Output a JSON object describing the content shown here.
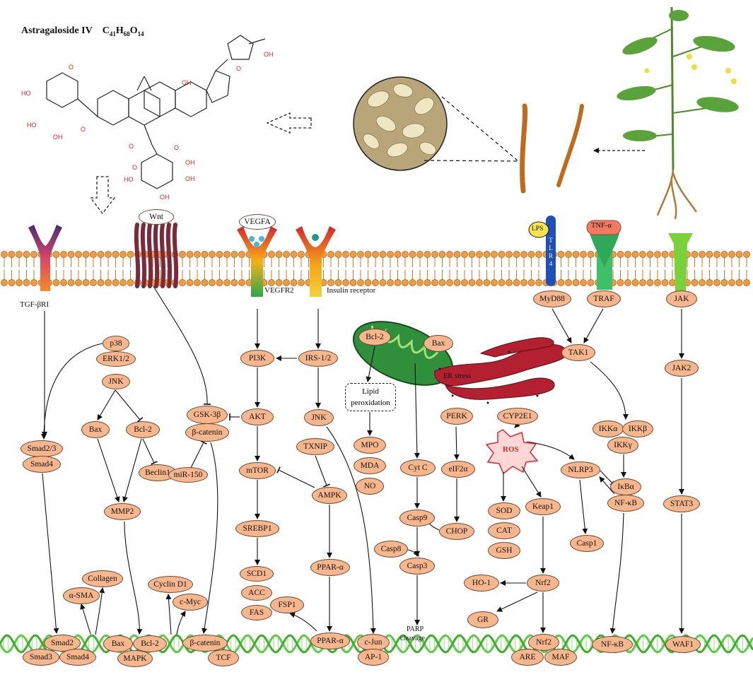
{
  "compound": {
    "name": "Astragaloside IV",
    "formula_prefix": "C",
    "n1": "41",
    "h": "H",
    "n2": "68",
    "o": "O",
    "n3": "14"
  },
  "receptors": {
    "tgf": "TGF-βRI",
    "wnt": "Wnt",
    "vegfa": "VEGFA",
    "vegfr2": "VEGFR2",
    "insulin": "Insulin receptor",
    "lps": "LPS",
    "tlr4": "TLR4",
    "tnf": "TNF-α"
  },
  "labels": {
    "er_stress": "ER stress",
    "ros": "ROS",
    "lipid_line1": "Lipid",
    "lipid_line2": "peroxidation",
    "parp_line1": "PARP",
    "parp_line2": "cleavage"
  },
  "nodes": {
    "myd88": "MyD88",
    "traf": "TRAF",
    "jak": "JAK",
    "tak1": "TAK1",
    "jak2": "JAK2",
    "ikka": "IKKα",
    "ikkb": "IKKβ",
    "ikkg": "IKKγ",
    "ikba": "IκBα",
    "nfkb": "NF-κB",
    "stat3": "STAT3",
    "nfkb_dna": "NF-κB",
    "waf1": "WAF1",
    "p38": "p38",
    "erk": "ERK1/2",
    "jnk1": "JNK",
    "bax1": "Bax",
    "bcl2_1": "Bcl-2",
    "beclin1": "Beclin1",
    "mmp2": "MMP2",
    "smad23": "Smad2/3",
    "smad4a": "Smad4",
    "gsk3b": "GSK-3β",
    "bcatenin1": "β-catenin",
    "mir150": "miR-150",
    "pi3k": "PI3K",
    "irs12": "IRS-1/2",
    "akt": "AKT",
    "jnk2": "JNK",
    "mtor": "mTOR",
    "txnip": "TXNIP",
    "ampk": "AMPK",
    "srebp1": "SREBP1",
    "scd1": "SCD1",
    "acc": "ACC",
    "fas": "FAS",
    "pparA1": "PPAR-α",
    "fsp1": "FSP1",
    "bcl2_m": "Bcl-2",
    "bax_m": "Bax",
    "mpo": "MPO",
    "mda": "MDA",
    "no": "NO",
    "cytc": "Cyt C",
    "casp9": "Casp9",
    "casp8": "Casp8",
    "casp3": "Casp3",
    "perk": "PERK",
    "cyp2e1": "CYP2E1",
    "eif2a": "eIF2α",
    "chop": "CHOP",
    "sod": "SOD",
    "cat": "CAT",
    "gsh": "GSH",
    "keap1": "Keap1",
    "nlrp3": "NLRP3",
    "casp1": "Casp1",
    "ho1": "HO-1",
    "nrf2": "Nrf2",
    "gr": "GR",
    "collagen": "Collagen",
    "asma": "α-SMA",
    "cyclind1": "Cyclin D1",
    "cmyc": "c-Myc",
    "smad2": "Smad2",
    "smad3": "Smad3",
    "smad4b": "Smad4",
    "bax2": "Bax",
    "bcl2_2": "Bcl-2",
    "mapk": "MAPK",
    "bcatenin2": "β-catenin",
    "tcf": "TCF",
    "pparA2": "PPAR-α",
    "cjun": "c-Jun",
    "ap1": "AP-1",
    "nrf2b": "Nrf2",
    "are": "ARE",
    "maf": "MAF"
  },
  "colors": {
    "node_fill": "#f7b68c",
    "membrane_head": "#f29a3e",
    "dna_green": "#5fc94a",
    "mito": "#2f8f3a",
    "er": "#b3202f",
    "ros": "#e0262a"
  }
}
